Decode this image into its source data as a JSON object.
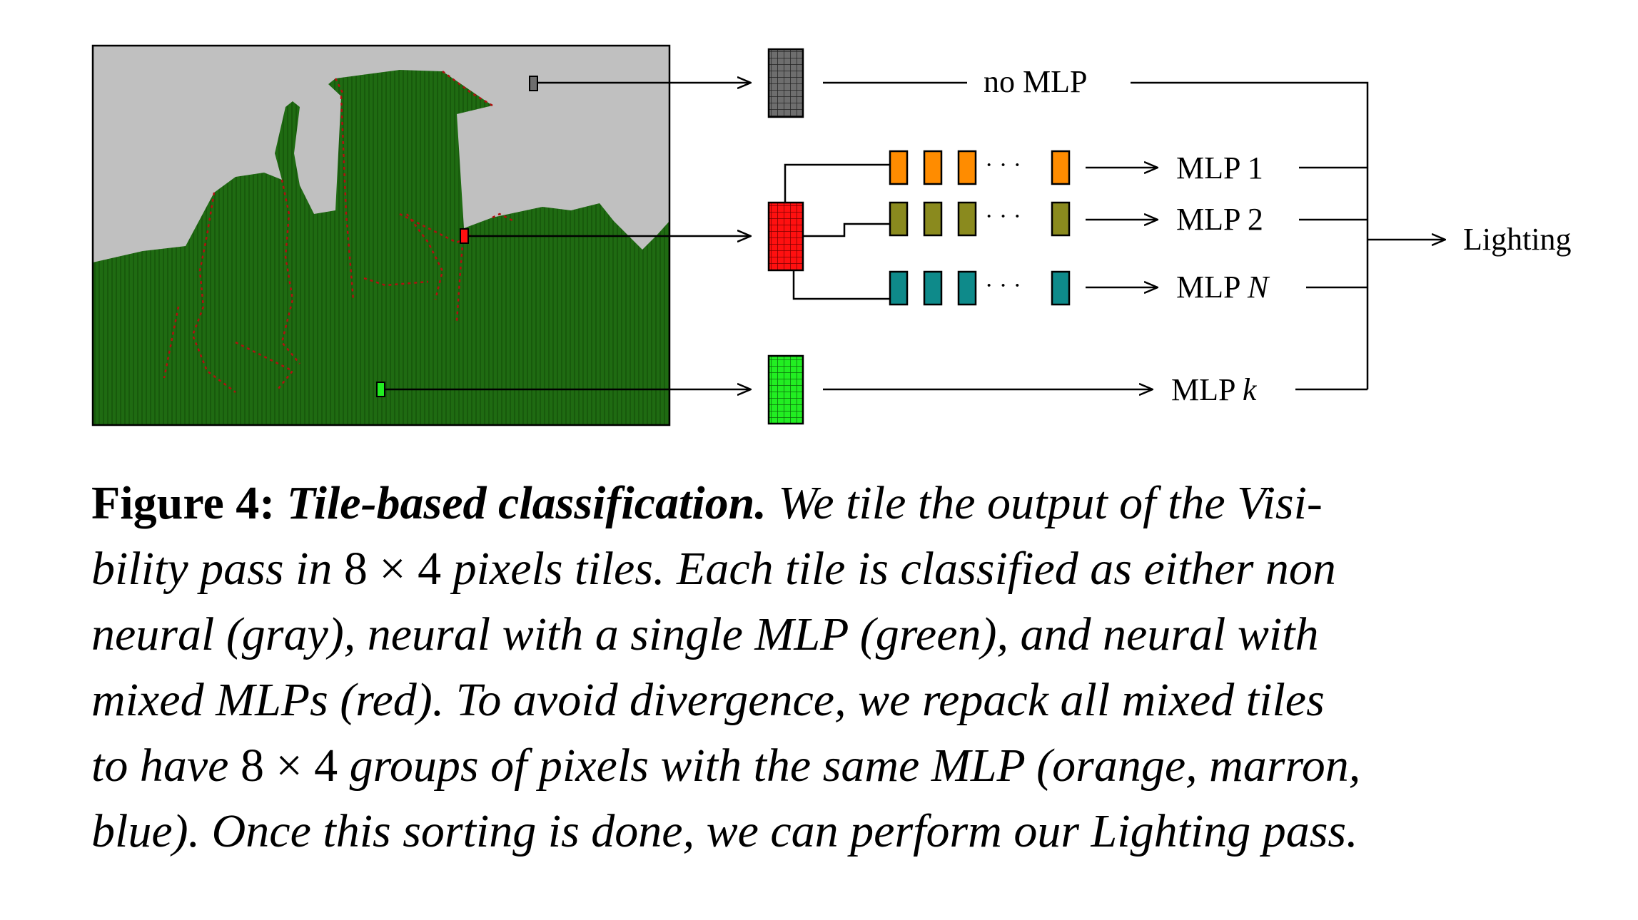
{
  "diagram": {
    "no_mlp_label": "no MLP",
    "mlp1_label": "MLP 1",
    "mlp2_label_prefix": "MLP 2",
    "mlpN_prefix": "MLP ",
    "mlpN_var": "N",
    "mlpk_prefix": "MLP ",
    "mlpk_var": "k",
    "dots": "· · ·",
    "output_label": "Lighting",
    "colors": {
      "sky": "#c0c0c0",
      "scene": "#1f6b12",
      "scene_line": "#2a7a1a",
      "edge_red": "#b01010",
      "gray_tile": "#6e6e6e",
      "red_tile": "#ff1010",
      "green_tile": "#22ee22",
      "orange": "#ff8c00",
      "marron": "#8a8a1e",
      "blue": "#0e8a8a"
    }
  },
  "caption": {
    "figure_label": "Figure 4:",
    "title": "Tile-based classification.",
    "line1_rest": "We tile the output of the Visi-",
    "line2_a": "bility pass in ",
    "line2_b": "8 × 4",
    "line2_c": " pixels tiles. Each tile is classified as either non",
    "line3": "neural (gray), neural with a single MLP (green), and neural with",
    "line4": "mixed MLPs (red). To avoid divergence, we repack all mixed tiles",
    "line5_a": "to have ",
    "line5_b": "8 × 4",
    "line5_c": " groups of pixels with the same MLP (orange, marron,",
    "line6": "blue). Once this sorting is done, we can perform our Lighting pass."
  }
}
